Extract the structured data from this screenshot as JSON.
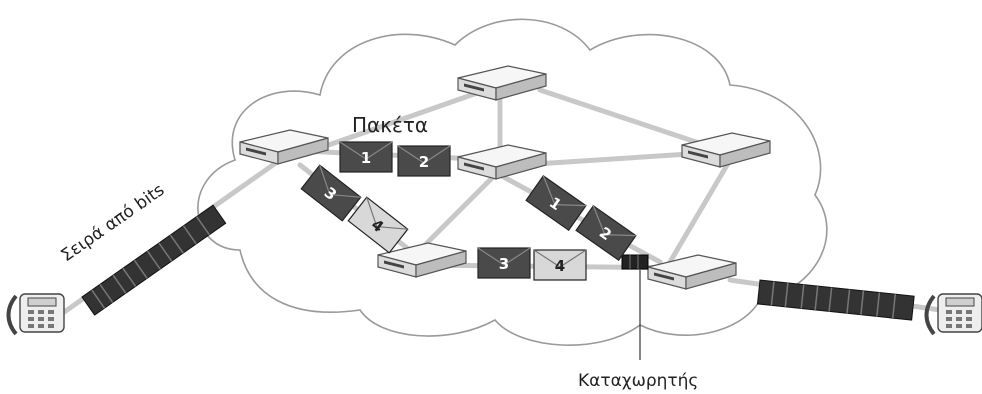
{
  "labels": {
    "packets": "Πακέτα",
    "bitstream": "Σειρά από bits",
    "register": "Καταχωρητής"
  },
  "packets": [
    {
      "number": "1",
      "shade": "dark"
    },
    {
      "number": "2",
      "shade": "dark"
    },
    {
      "number": "3",
      "shade": "dark"
    },
    {
      "number": "4",
      "shade": "light"
    },
    {
      "number": "1",
      "shade": "dark"
    },
    {
      "number": "2",
      "shade": "dark"
    },
    {
      "number": "3",
      "shade": "dark"
    },
    {
      "number": "4",
      "shade": "light"
    }
  ],
  "colors": {
    "cloud_fill": "#ffffff",
    "cloud_stroke": "#9a9a9a",
    "link": "#c8c8c8",
    "packet_dark": "#4a4a4a",
    "packet_light": "#d8d8d8",
    "router_top": "#f4f4f4",
    "router_side": "#cfcfcf"
  }
}
